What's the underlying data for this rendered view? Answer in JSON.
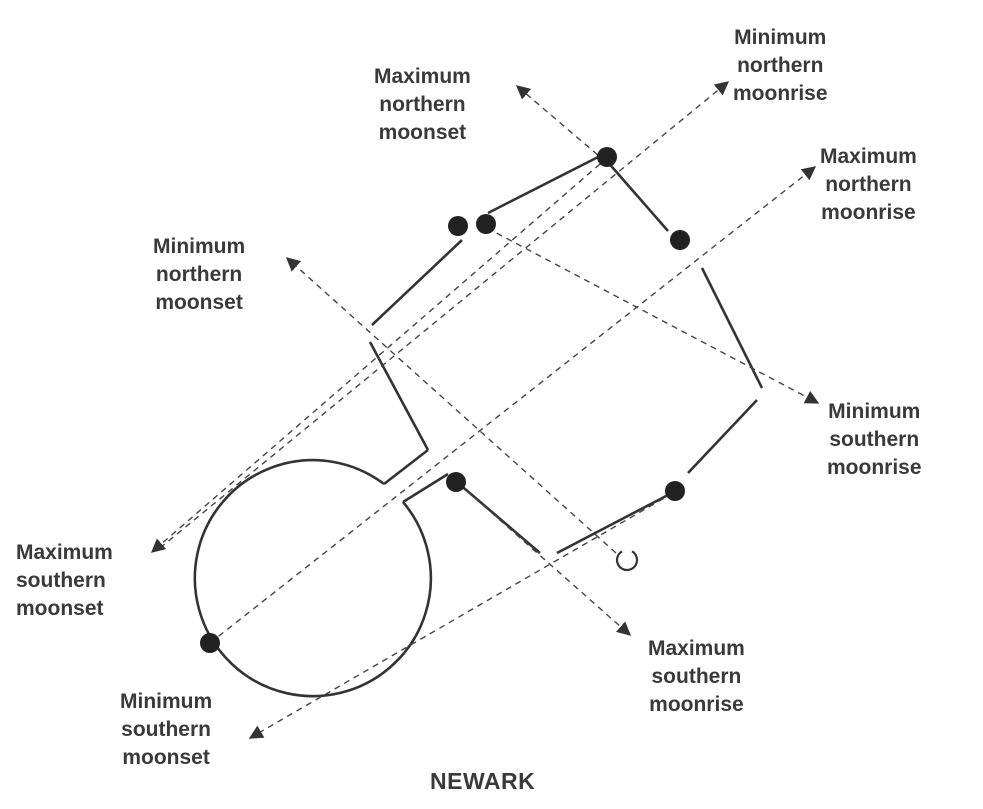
{
  "title": "NEWARK",
  "labels": {
    "max_north_moonset": [
      "Maximum",
      "northern",
      "moonset"
    ],
    "min_north_moonrise": [
      "Minimum",
      "northern",
      "moonrise"
    ],
    "max_north_moonrise": [
      "Maximum",
      "northern",
      "moonrise"
    ],
    "min_north_moonset": [
      "Minimum",
      "northern",
      "moonset"
    ],
    "min_south_moonrise": [
      "Minimum",
      "southern",
      "moonrise"
    ],
    "max_south_moonset": [
      "Maximum",
      "southern",
      "moonset"
    ],
    "max_south_moonrise": [
      "Maximum",
      "southern",
      "moonrise"
    ],
    "min_south_moonset": [
      "Minimum",
      "southern",
      "moonset"
    ]
  },
  "colors": {
    "ink": "#333333",
    "text": "#3a3a3a",
    "background": "#ffffff"
  }
}
